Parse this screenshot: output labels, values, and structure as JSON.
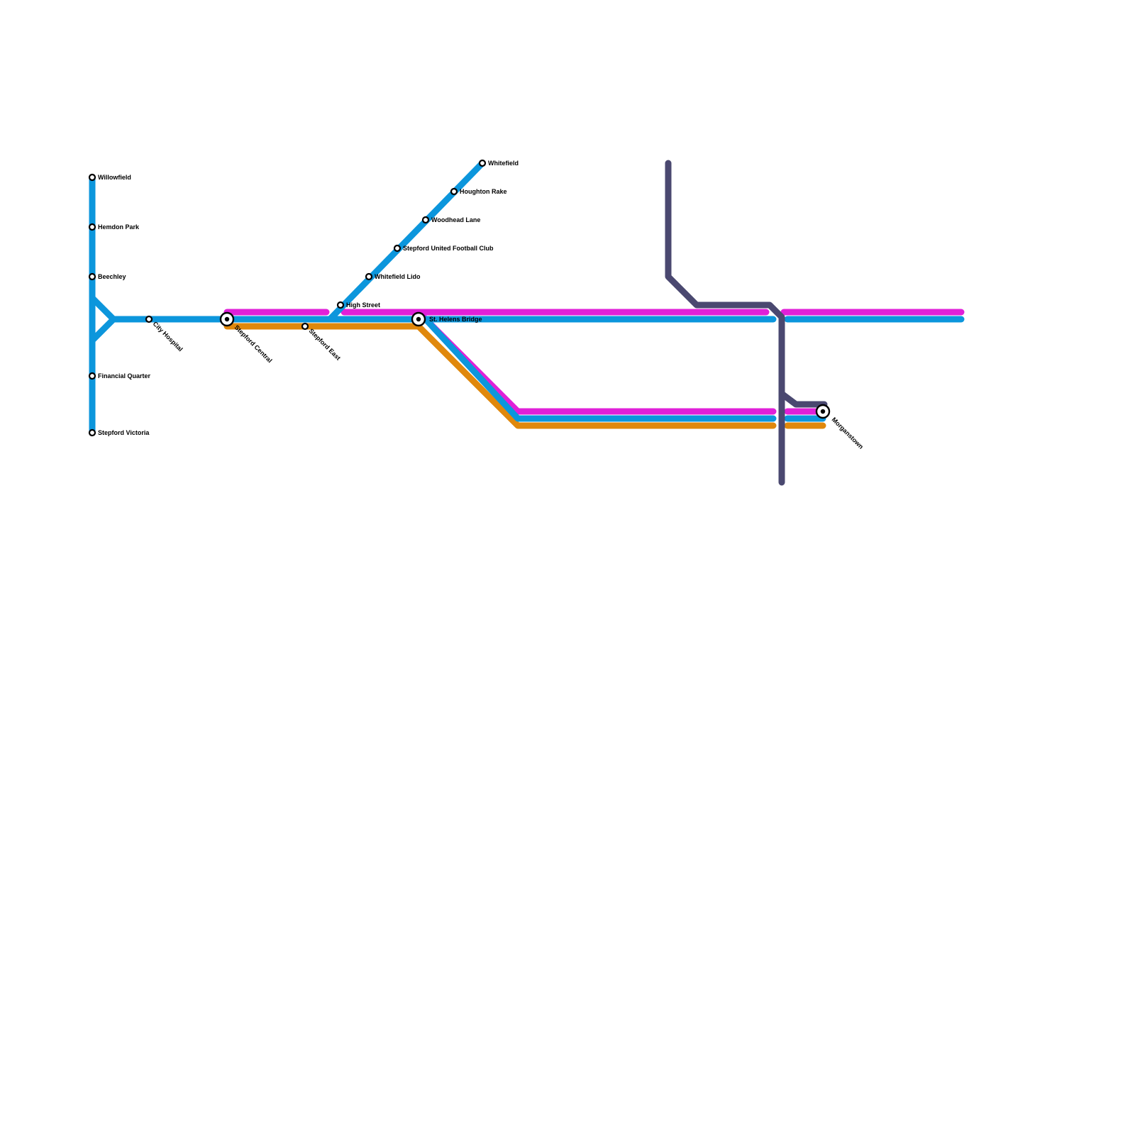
{
  "lines": [
    {
      "id": "blue",
      "color": "#0c96dc"
    },
    {
      "id": "magenta",
      "color": "#e020d8"
    },
    {
      "id": "orange",
      "color": "#e0880c"
    },
    {
      "id": "slate",
      "color": "#4a4870"
    }
  ],
  "stations": {
    "willowfield": "Willowfield",
    "hemdon_park": "Hemdon Park",
    "beechley": "Beechley",
    "financial_quarter": "Financial Quarter",
    "stepford_victoria": "Stepford Victoria",
    "city_hospital": "City Hospital",
    "stepford_central": "Stepford Central",
    "stepford_east": "Stepford East",
    "high_street": "High Street",
    "whitefield_lido": "Whitefield Lido",
    "stepford_united": "Stepford United Football Club",
    "woodhead_lane": "Woodhead Lane",
    "houghton_rake": "Houghton Rake",
    "whitefield": "Whitefield",
    "st_helens_bridge": "St. Helens Bridge",
    "morganstown": "Morganstown"
  }
}
